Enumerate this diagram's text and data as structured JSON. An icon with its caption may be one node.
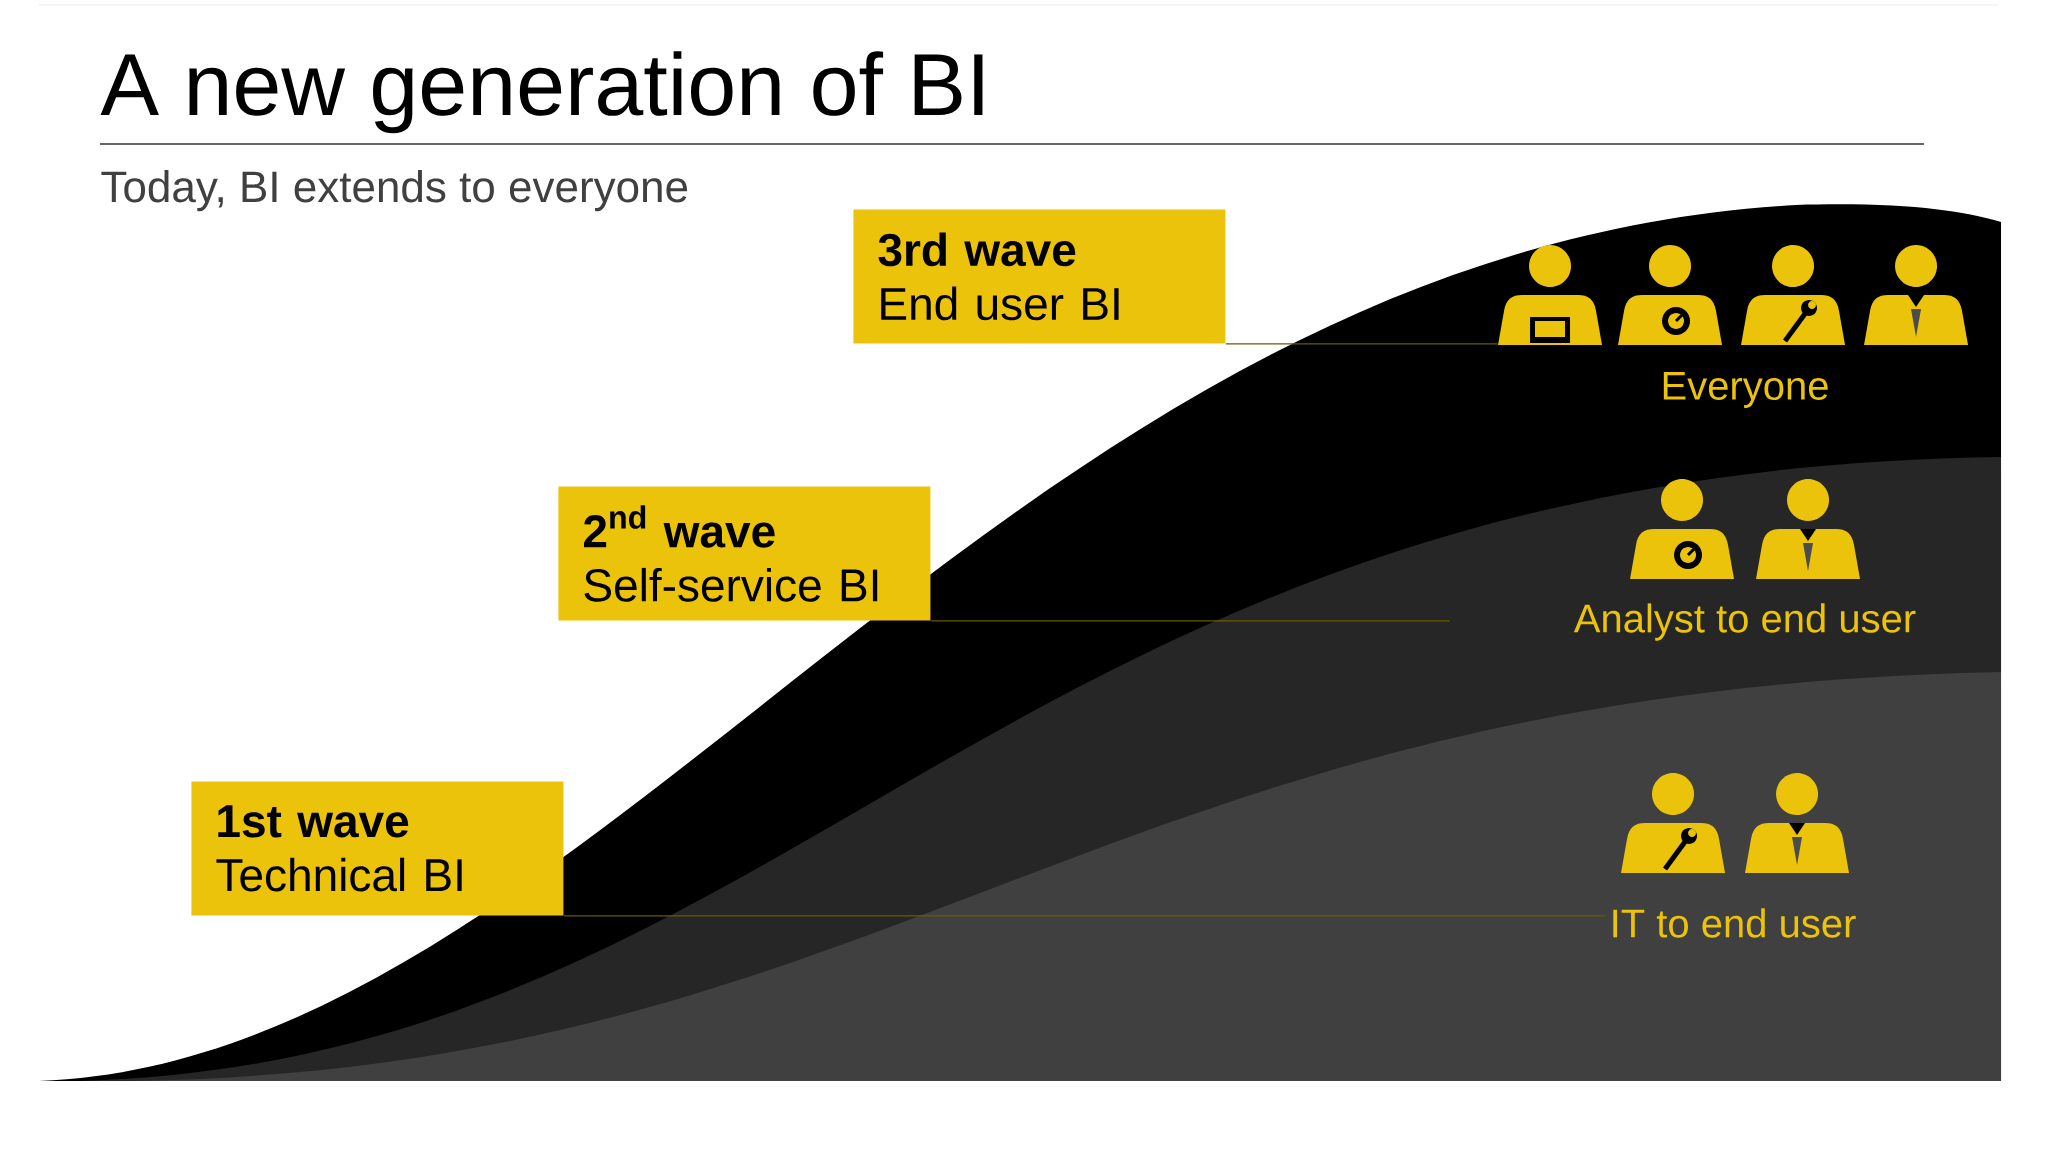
{
  "diagram": {
    "title": "A new generation of BI",
    "nodes": [
      {
        "text": [
          "3rd wave",
          "End user BI"
        ]
      },
      {
        "text": [
          "\\text{2}^{\\text{nd}}\\text{ wave}",
          "Self-service BI"
        ]
      },
      {
        "text": [
          "1st wave",
          "Technical BI"
        ]
      },
      {
        "text": [
          "Everyone"
        ]
      },
      {
        "text": [
          "Analyst to end user"
        ]
      },
      {
        "text": [
          "IT to end user"
        ]
      }
    ],
    "edges": [
      {
        "from": 0,
        "to": 3,
        "arrow": "none"
      },
      {
        "from": 1,
        "to": 4,
        "arrow": "none"
      },
      {
        "from": 2,
        "to": 5,
        "arrow": "none"
      }
    ],
    "labels": [
      "Today, BI extends to everyone"
    ]
  }
}
